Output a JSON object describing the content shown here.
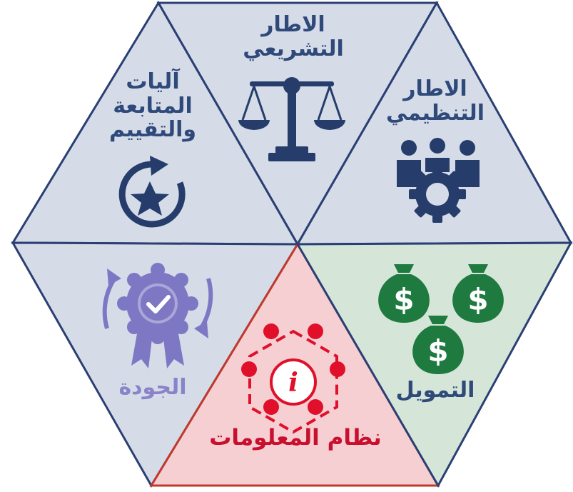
{
  "colors": {
    "blue_fill": "#d5dce8",
    "green_fill": "#d5e6d8",
    "red_fill": "#f6cfd3",
    "stroke": "#2a3f73",
    "navy_icon": "#263d6b",
    "green_icon": "#1f7a3f",
    "red_icon": "#e0102a",
    "purple_icon": "#7e77c4"
  },
  "segments": {
    "legislative": {
      "line1": "الاطار",
      "line2": "التشريعي",
      "icon": "scales-icon"
    },
    "organizational": {
      "line1": "الاطار",
      "line2": "التنظيمي",
      "icon": "team-gear-icon"
    },
    "monitoring": {
      "line1": "آليات",
      "line2": "المتابعة",
      "line3": "والتقييم",
      "icon": "star-cycle-icon"
    },
    "quality": {
      "label": "الجودة",
      "icon": "quality-badge-icon"
    },
    "information": {
      "label": "نظام المعلومات",
      "icon": "info-network-icon"
    },
    "funding": {
      "label": "التمويل",
      "icon": "money-bags-icon"
    }
  }
}
